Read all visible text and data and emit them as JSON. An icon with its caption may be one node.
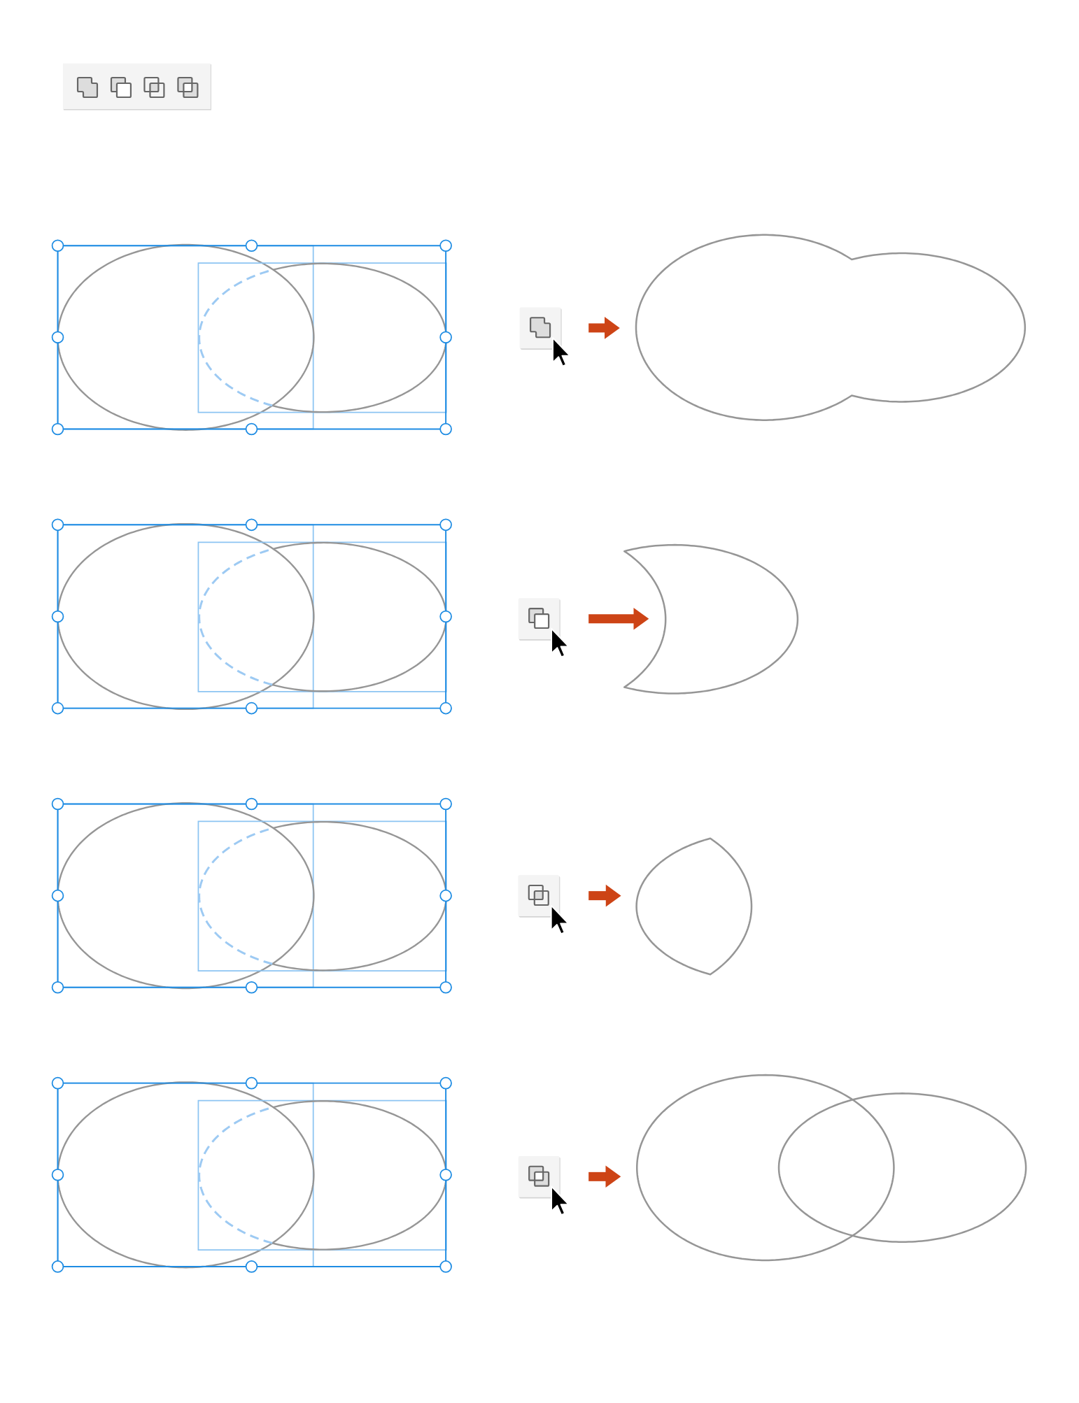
{
  "diagram": {
    "nodes": [
      {
        "text": [],
        "shape": "ellipse"
      },
      {
        "text": [],
        "shape": "ellipse"
      },
      {
        "text": [],
        "shape": "box"
      },
      {
        "text": [],
        "shape": "picture"
      },
      {
        "text": [],
        "shape": "ellipse"
      },
      {
        "text": [],
        "shape": "ellipse"
      },
      {
        "text": [],
        "shape": "box"
      },
      {
        "text": [],
        "shape": "picture"
      },
      {
        "text": [],
        "shape": "ellipse"
      },
      {
        "text": [],
        "shape": "ellipse"
      },
      {
        "text": [],
        "shape": "box"
      },
      {
        "text": [],
        "shape": "picture"
      },
      {
        "text": [],
        "shape": "ellipse"
      },
      {
        "text": [],
        "shape": "ellipse"
      },
      {
        "text": [],
        "shape": "box"
      },
      {
        "text": [],
        "shape": "picture"
      }
    ],
    "edges": [
      {
        "from": 2,
        "to": 3,
        "arrow": "to"
      },
      {
        "from": 6,
        "to": 7,
        "arrow": "to"
      },
      {
        "from": 10,
        "to": 11,
        "arrow": "to"
      },
      {
        "from": 14,
        "to": 15,
        "arrow": "to"
      }
    ]
  }
}
